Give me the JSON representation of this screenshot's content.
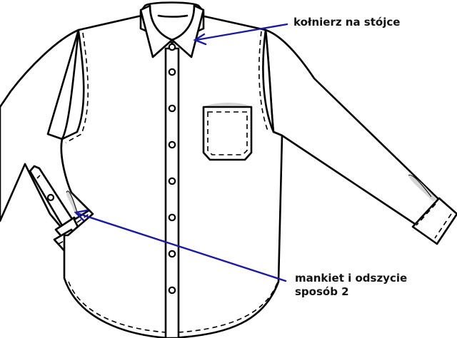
{
  "diagram": {
    "subject": "shirt technical flat sketch",
    "colors": {
      "outline": "#000000",
      "background": "#ffffff",
      "arrow": "#1a1aa6",
      "shading": "#d4d4d4"
    },
    "callouts": [
      {
        "id": "collar",
        "text": "kołnierz na stójce",
        "target": "collar"
      },
      {
        "id": "cuff",
        "text_line1": "mankiet i odszycie",
        "text_line2": "sposób 2",
        "target": "left-cuff-placket"
      }
    ],
    "parts": [
      "collar",
      "collar-stand",
      "button-placket",
      "chest-pocket",
      "left-sleeve",
      "right-sleeve",
      "left-cuff",
      "right-cuff",
      "sleeve-placket",
      "hem"
    ],
    "button_count": 9
  }
}
